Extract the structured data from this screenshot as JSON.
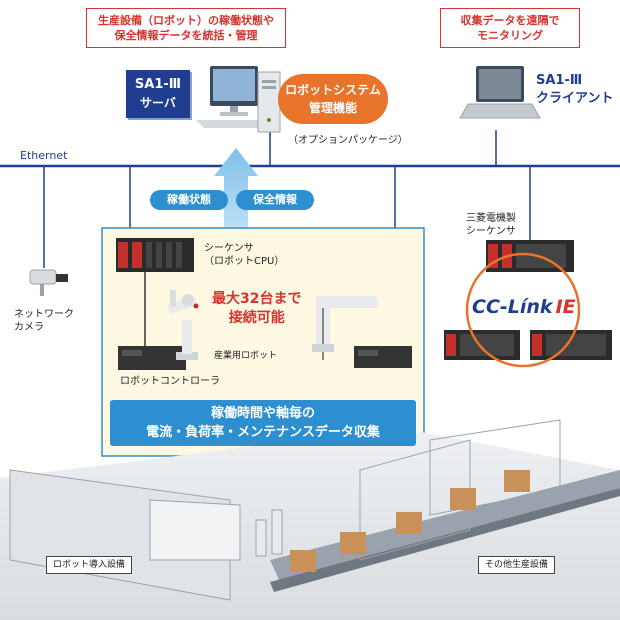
{
  "callouts": {
    "server_note": "生産設備（ロボット）の稼働状態や\n保全情報データを統括・管理",
    "client_note": "収集データを遠隔で\nモニタリング"
  },
  "server": {
    "title": "SA1-Ⅲ",
    "subtitle": "サーバ"
  },
  "robot_system": {
    "title": "ロボットシステム\n管理機能",
    "package": "（オプションパッケージ）"
  },
  "client": {
    "title": "SA1-Ⅲ",
    "subtitle": "クライアント"
  },
  "network": {
    "ethernet_label": "Ethernet"
  },
  "data_pills": {
    "status": "稼働状態",
    "maintenance": "保全情報"
  },
  "panel": {
    "sequencer_label": "シーケンサ\n（ロボットCPU）",
    "max_connect": "最大32台まで\n接続可能",
    "industrial_robot": "産業用ロボット",
    "robot_controller": "ロボットコントローラ",
    "collect_banner": "稼働時間や軸毎の\n電流・負荷率・メンテナンスデータ収集"
  },
  "camera": {
    "label": "ネットワーク\nカメラ"
  },
  "mitsubishi": {
    "label": "三菱電機製\nシーケンサ"
  },
  "cclink": {
    "text_main": "CC-Línk",
    "text_ie": "IE"
  },
  "factory": {
    "robot_line": "ロボット導入設備",
    "other_line": "その他生産設備"
  },
  "colors": {
    "navy": "#1f3e8f",
    "accent_red": "#d7332f",
    "orange": "#e8732a",
    "blue": "#2e8fd0",
    "panel_bg": "#fdf8e2"
  }
}
